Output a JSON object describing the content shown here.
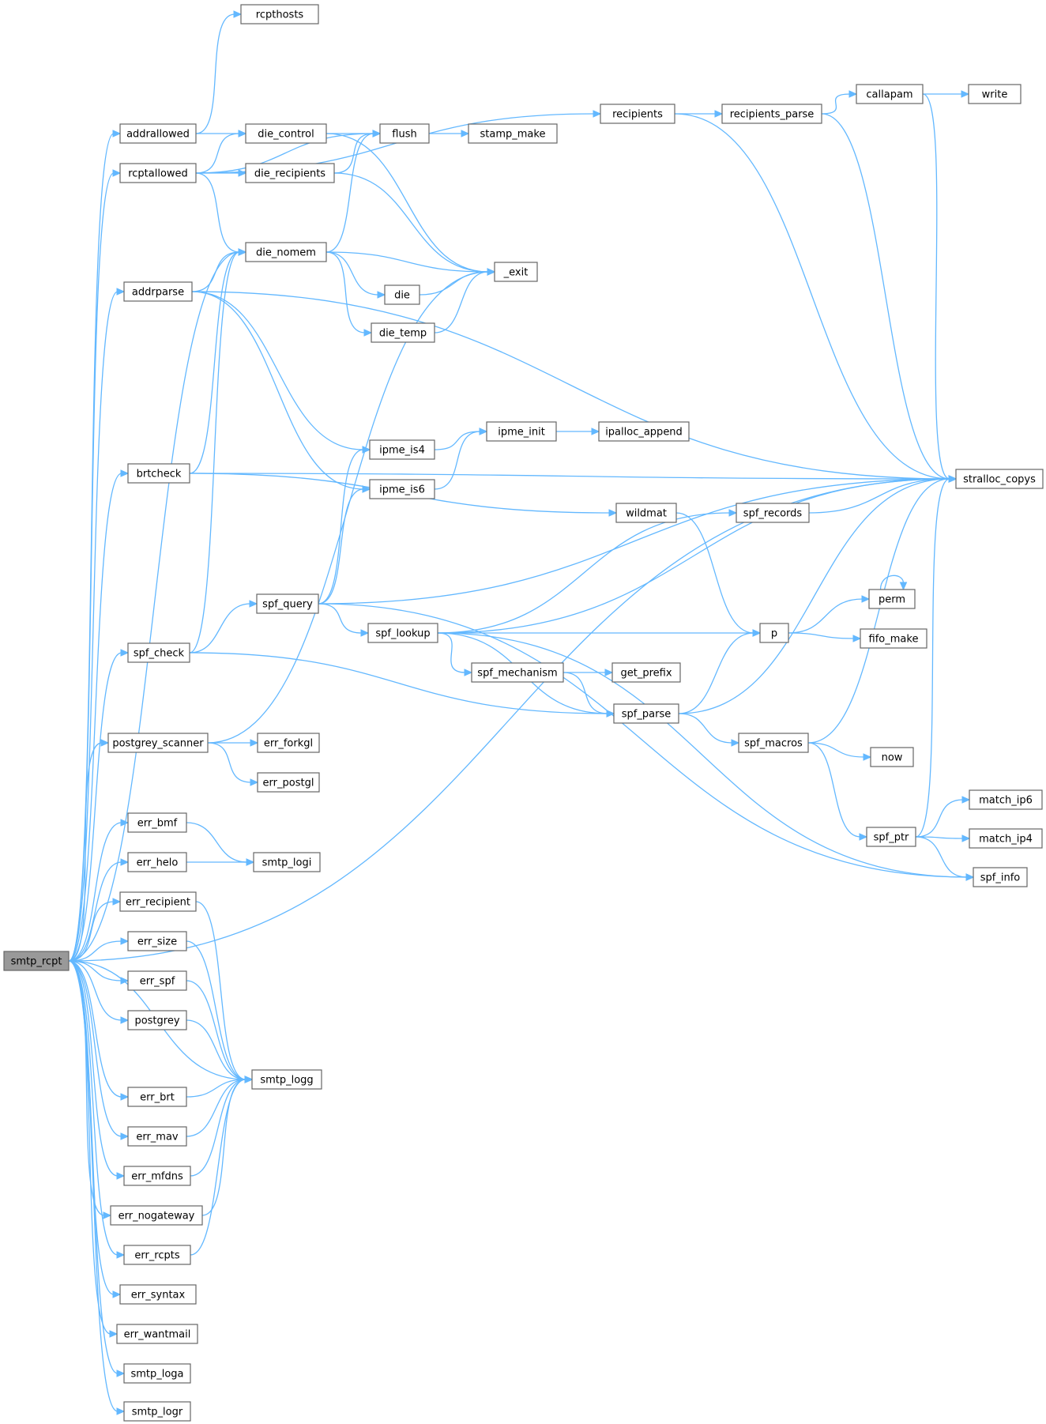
{
  "graph": {
    "root": "smtp_rcpt",
    "colors": {
      "edge": "#63b8ff",
      "node_border": "#666666",
      "node_fill": "#ffffff",
      "root_fill": "#999999"
    },
    "nodes": [
      {
        "id": "smtp_rcpt",
        "label": "smtp_rcpt"
      },
      {
        "id": "rcpthosts",
        "label": "rcpthosts"
      },
      {
        "id": "addrallowed",
        "label": "addrallowed"
      },
      {
        "id": "rcptallowed",
        "label": "rcptallowed"
      },
      {
        "id": "die_control",
        "label": "die_control"
      },
      {
        "id": "die_recipients",
        "label": "die_recipients"
      },
      {
        "id": "flush",
        "label": "flush"
      },
      {
        "id": "stamp_make",
        "label": "stamp_make"
      },
      {
        "id": "recipients",
        "label": "recipients"
      },
      {
        "id": "recipients_parse",
        "label": "recipients_parse"
      },
      {
        "id": "callapam",
        "label": "callapam"
      },
      {
        "id": "write",
        "label": "write"
      },
      {
        "id": "die_nomem",
        "label": "die_nomem"
      },
      {
        "id": "_exit",
        "label": "_exit"
      },
      {
        "id": "addrparse",
        "label": "addrparse"
      },
      {
        "id": "die",
        "label": "die"
      },
      {
        "id": "die_temp",
        "label": "die_temp"
      },
      {
        "id": "ipme_init",
        "label": "ipme_init"
      },
      {
        "id": "ipalloc_append",
        "label": "ipalloc_append"
      },
      {
        "id": "ipme_is4",
        "label": "ipme_is4"
      },
      {
        "id": "brtcheck",
        "label": "brtcheck"
      },
      {
        "id": "ipme_is6",
        "label": "ipme_is6"
      },
      {
        "id": "stralloc_copys",
        "label": "stralloc_copys"
      },
      {
        "id": "wildmat",
        "label": "wildmat"
      },
      {
        "id": "spf_records",
        "label": "spf_records"
      },
      {
        "id": "perm",
        "label": "perm"
      },
      {
        "id": "spf_query",
        "label": "spf_query"
      },
      {
        "id": "spf_lookup",
        "label": "spf_lookup"
      },
      {
        "id": "p",
        "label": "p"
      },
      {
        "id": "fifo_make",
        "label": "fifo_make"
      },
      {
        "id": "spf_check",
        "label": "spf_check"
      },
      {
        "id": "spf_mechanism",
        "label": "spf_mechanism"
      },
      {
        "id": "get_prefix",
        "label": "get_prefix"
      },
      {
        "id": "spf_parse",
        "label": "spf_parse"
      },
      {
        "id": "postgrey_scanner",
        "label": "postgrey_scanner"
      },
      {
        "id": "err_forkgl",
        "label": "err_forkgl"
      },
      {
        "id": "spf_macros",
        "label": "spf_macros"
      },
      {
        "id": "now",
        "label": "now"
      },
      {
        "id": "err_postgl",
        "label": "err_postgl"
      },
      {
        "id": "match_ip6",
        "label": "match_ip6"
      },
      {
        "id": "err_bmf",
        "label": "err_bmf"
      },
      {
        "id": "spf_ptr",
        "label": "spf_ptr"
      },
      {
        "id": "match_ip4",
        "label": "match_ip4"
      },
      {
        "id": "err_helo",
        "label": "err_helo"
      },
      {
        "id": "smtp_logi",
        "label": "smtp_logi"
      },
      {
        "id": "spf_info",
        "label": "spf_info"
      },
      {
        "id": "err_recipient",
        "label": "err_recipient"
      },
      {
        "id": "err_size",
        "label": "err_size"
      },
      {
        "id": "err_spf",
        "label": "err_spf"
      },
      {
        "id": "postgrey",
        "label": "postgrey"
      },
      {
        "id": "smtp_logg",
        "label": "smtp_logg"
      },
      {
        "id": "err_brt",
        "label": "err_brt"
      },
      {
        "id": "err_mav",
        "label": "err_mav"
      },
      {
        "id": "err_mfdns",
        "label": "err_mfdns"
      },
      {
        "id": "err_nogateway",
        "label": "err_nogateway"
      },
      {
        "id": "err_rcpts",
        "label": "err_rcpts"
      },
      {
        "id": "err_syntax",
        "label": "err_syntax"
      },
      {
        "id": "err_wantmail",
        "label": "err_wantmail"
      },
      {
        "id": "smtp_loga",
        "label": "smtp_loga"
      },
      {
        "id": "smtp_logr",
        "label": "smtp_logr"
      }
    ],
    "edges": [
      [
        "smtp_rcpt",
        "addrallowed"
      ],
      [
        "smtp_rcpt",
        "rcptallowed"
      ],
      [
        "smtp_rcpt",
        "die_nomem"
      ],
      [
        "smtp_rcpt",
        "addrparse"
      ],
      [
        "smtp_rcpt",
        "brtcheck"
      ],
      [
        "smtp_rcpt",
        "spf_check"
      ],
      [
        "smtp_rcpt",
        "postgrey_scanner"
      ],
      [
        "smtp_rcpt",
        "stralloc_copys"
      ],
      [
        "smtp_rcpt",
        "err_bmf"
      ],
      [
        "smtp_rcpt",
        "err_helo"
      ],
      [
        "smtp_rcpt",
        "err_recipient"
      ],
      [
        "smtp_rcpt",
        "err_size"
      ],
      [
        "smtp_rcpt",
        "err_spf"
      ],
      [
        "smtp_rcpt",
        "postgrey"
      ],
      [
        "smtp_rcpt",
        "smtp_logg"
      ],
      [
        "smtp_rcpt",
        "err_brt"
      ],
      [
        "smtp_rcpt",
        "err_mav"
      ],
      [
        "smtp_rcpt",
        "err_mfdns"
      ],
      [
        "smtp_rcpt",
        "err_nogateway"
      ],
      [
        "smtp_rcpt",
        "err_rcpts"
      ],
      [
        "smtp_rcpt",
        "err_syntax"
      ],
      [
        "smtp_rcpt",
        "err_wantmail"
      ],
      [
        "smtp_rcpt",
        "smtp_loga"
      ],
      [
        "smtp_rcpt",
        "smtp_logr"
      ],
      [
        "addrallowed",
        "rcpthosts"
      ],
      [
        "addrallowed",
        "die_control"
      ],
      [
        "rcptallowed",
        "recipients"
      ],
      [
        "rcptallowed",
        "die_control"
      ],
      [
        "rcptallowed",
        "flush"
      ],
      [
        "rcptallowed",
        "die_recipients"
      ],
      [
        "rcptallowed",
        "die_nomem"
      ],
      [
        "die_control",
        "flush"
      ],
      [
        "die_control",
        "_exit"
      ],
      [
        "die_recipients",
        "flush"
      ],
      [
        "die_recipients",
        "_exit"
      ],
      [
        "flush",
        "stamp_make"
      ],
      [
        "recipients",
        "recipients_parse"
      ],
      [
        "recipients",
        "stralloc_copys"
      ],
      [
        "recipients_parse",
        "callapam"
      ],
      [
        "recipients_parse",
        "stralloc_copys"
      ],
      [
        "callapam",
        "write"
      ],
      [
        "callapam",
        "stralloc_copys"
      ],
      [
        "die_nomem",
        "flush"
      ],
      [
        "die_nomem",
        "_exit"
      ],
      [
        "die_nomem",
        "die"
      ],
      [
        "die_nomem",
        "die_temp"
      ],
      [
        "die",
        "_exit"
      ],
      [
        "die_temp",
        "_exit"
      ],
      [
        "addrparse",
        "stralloc_copys"
      ],
      [
        "addrparse",
        "die_nomem"
      ],
      [
        "addrparse",
        "ipme_is4"
      ],
      [
        "addrparse",
        "ipme_is6"
      ],
      [
        "brtcheck",
        "die_nomem"
      ],
      [
        "brtcheck",
        "stralloc_copys"
      ],
      [
        "brtcheck",
        "wildmat"
      ],
      [
        "ipme_is4",
        "ipme_init"
      ],
      [
        "ipme_is6",
        "ipme_init"
      ],
      [
        "ipme_init",
        "ipalloc_append"
      ],
      [
        "wildmat",
        "p"
      ],
      [
        "spf_check",
        "die_nomem"
      ],
      [
        "spf_check",
        "spf_query"
      ],
      [
        "spf_check",
        "spf_parse"
      ],
      [
        "spf_query",
        "ipme_is4"
      ],
      [
        "spf_query",
        "ipme_is6"
      ],
      [
        "spf_query",
        "stralloc_copys"
      ],
      [
        "spf_query",
        "spf_lookup"
      ],
      [
        "spf_query",
        "spf_info"
      ],
      [
        "spf_lookup",
        "spf_records"
      ],
      [
        "spf_lookup",
        "stralloc_copys"
      ],
      [
        "spf_lookup",
        "p"
      ],
      [
        "spf_lookup",
        "spf_mechanism"
      ],
      [
        "spf_lookup",
        "spf_parse"
      ],
      [
        "spf_lookup",
        "spf_info"
      ],
      [
        "spf_records",
        "stralloc_copys"
      ],
      [
        "spf_mechanism",
        "get_prefix"
      ],
      [
        "spf_mechanism",
        "spf_parse"
      ],
      [
        "spf_parse",
        "p"
      ],
      [
        "spf_parse",
        "stralloc_copys"
      ],
      [
        "spf_parse",
        "spf_macros"
      ],
      [
        "p",
        "perm"
      ],
      [
        "p",
        "fifo_make"
      ],
      [
        "perm",
        "perm"
      ],
      [
        "spf_macros",
        "stralloc_copys"
      ],
      [
        "spf_macros",
        "now"
      ],
      [
        "spf_macros",
        "spf_ptr"
      ],
      [
        "spf_ptr",
        "stralloc_copys"
      ],
      [
        "spf_ptr",
        "match_ip6"
      ],
      [
        "spf_ptr",
        "match_ip4"
      ],
      [
        "spf_ptr",
        "spf_info"
      ],
      [
        "postgrey_scanner",
        "_exit"
      ],
      [
        "postgrey_scanner",
        "err_forkgl"
      ],
      [
        "postgrey_scanner",
        "err_postgl"
      ],
      [
        "err_bmf",
        "smtp_logi"
      ],
      [
        "err_helo",
        "smtp_logi"
      ],
      [
        "err_recipient",
        "smtp_logg"
      ],
      [
        "err_size",
        "smtp_logg"
      ],
      [
        "err_spf",
        "smtp_logg"
      ],
      [
        "postgrey",
        "smtp_logg"
      ],
      [
        "err_brt",
        "smtp_logg"
      ],
      [
        "err_mav",
        "smtp_logg"
      ],
      [
        "err_mfdns",
        "smtp_logg"
      ],
      [
        "err_nogateway",
        "smtp_logg"
      ],
      [
        "err_rcpts",
        "smtp_logg"
      ]
    ]
  }
}
